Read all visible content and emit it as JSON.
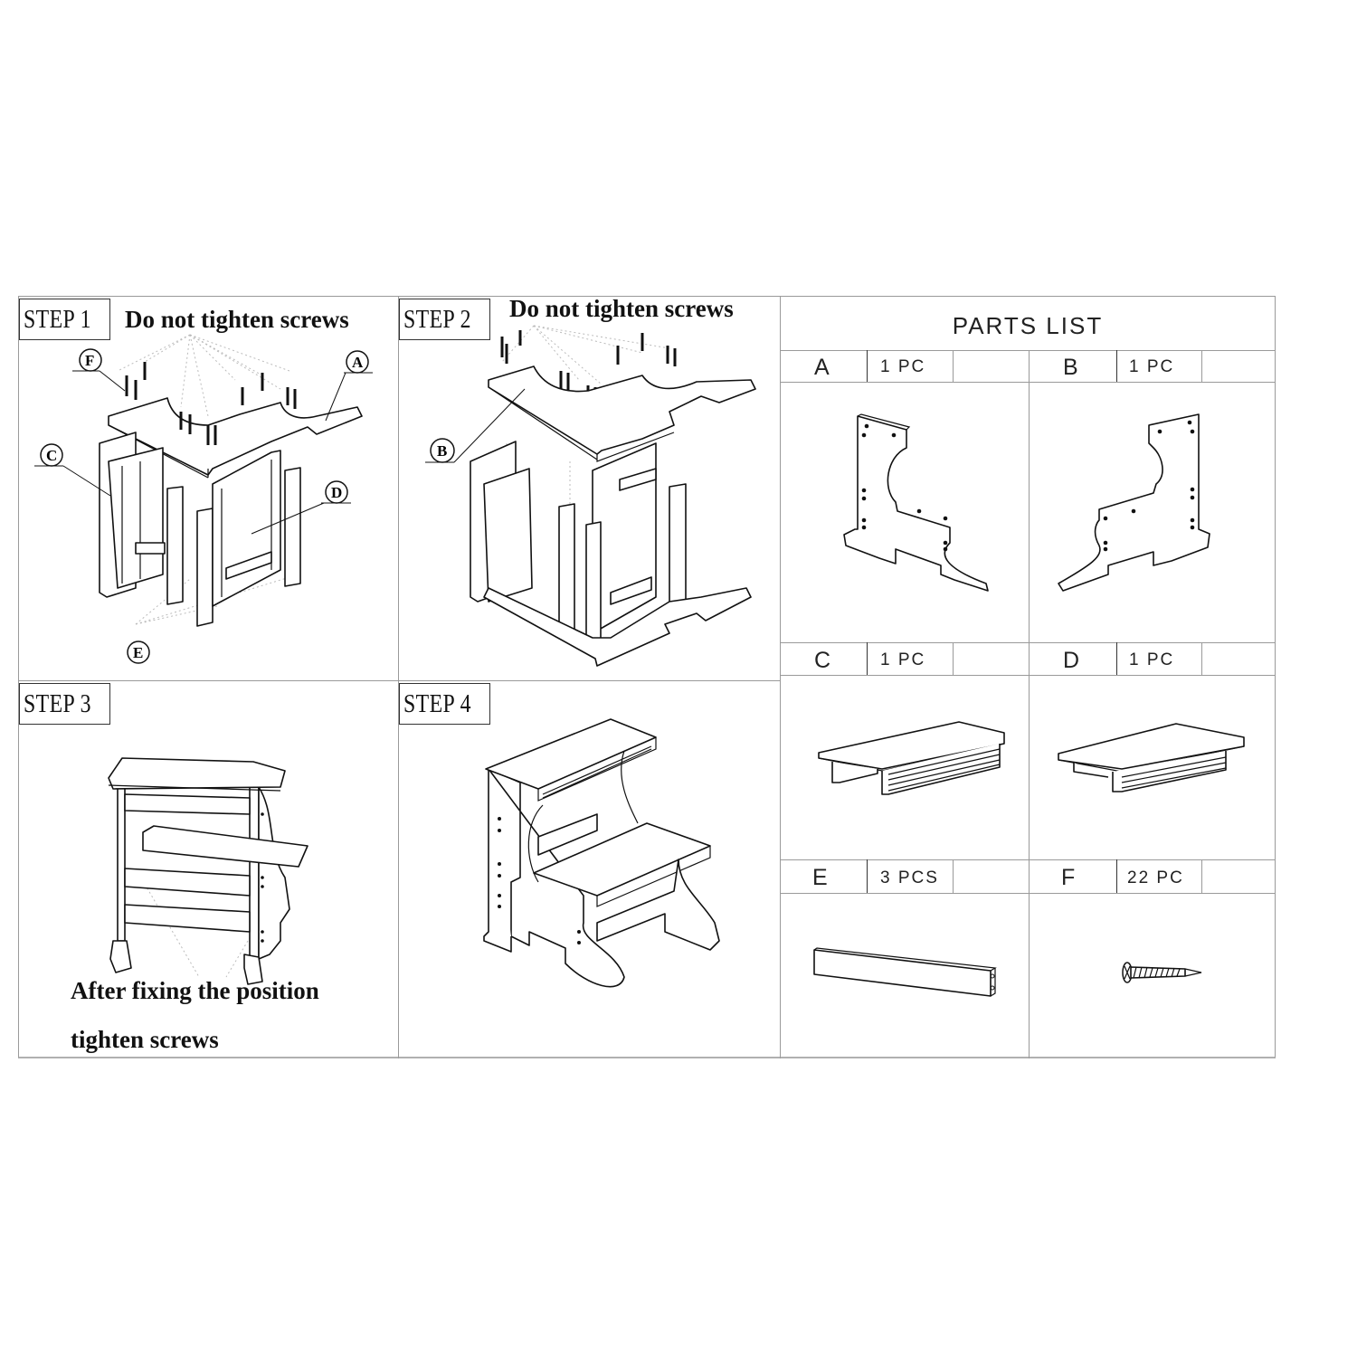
{
  "steps": [
    {
      "label": "STEP  1",
      "note": "Do not tighten screws",
      "callouts": [
        "F",
        "A",
        "C",
        "D",
        "E"
      ]
    },
    {
      "label": "STEP  2",
      "note": "Do not tighten screws",
      "callouts": [
        "B"
      ]
    },
    {
      "label": "STEP  3",
      "note_line1": "After fixing the position",
      "note_line2": "tighten screws"
    },
    {
      "label": "STEP  4"
    }
  ],
  "parts_list": {
    "title": "PARTS LIST",
    "parts": [
      {
        "letter": "A",
        "qty": "1 PC",
        "icon": "side-panel-left-icon"
      },
      {
        "letter": "B",
        "qty": "1 PC",
        "icon": "side-panel-right-icon"
      },
      {
        "letter": "C",
        "qty": "1 PC",
        "icon": "top-step-board-icon"
      },
      {
        "letter": "D",
        "qty": "1 PC",
        "icon": "lower-step-board-icon"
      },
      {
        "letter": "E",
        "qty": "3 PCS",
        "icon": "rail-bar-icon"
      },
      {
        "letter": "F",
        "qty": "22 PC",
        "icon": "screw-icon"
      }
    ]
  },
  "colors": {
    "line": "#111111",
    "grid": "#9a9a9a",
    "background": "#ffffff"
  }
}
